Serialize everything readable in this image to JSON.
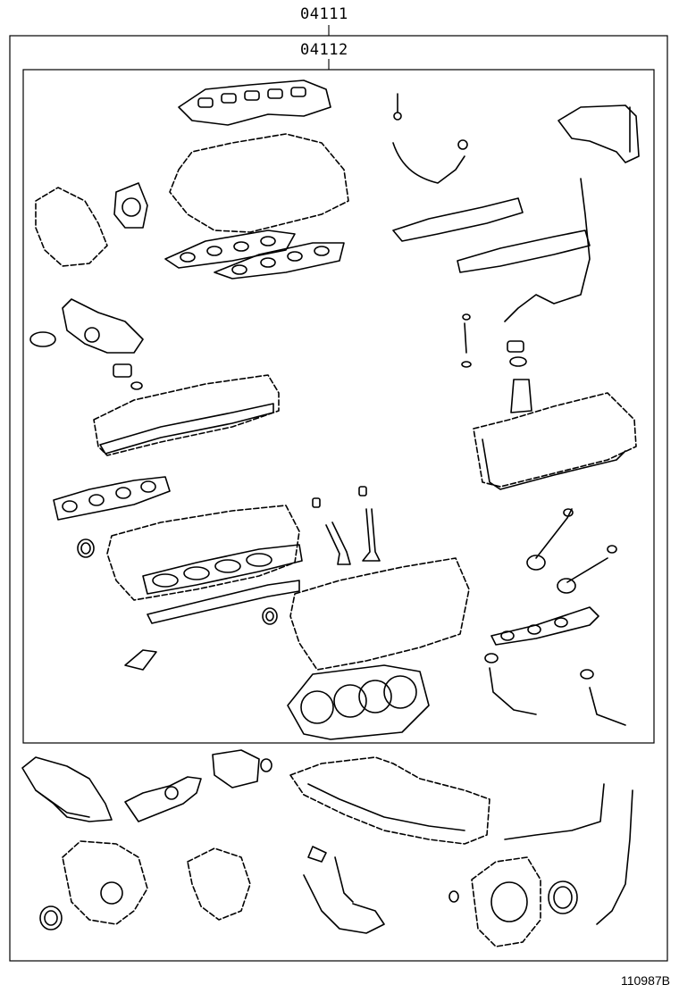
{
  "callouts": {
    "outer_kit": "04111",
    "inner_kit": "04112"
  },
  "illustration_ref": "110987B",
  "parts_icons": [
    "intake-manifold-gasket-icon",
    "valve-cover-gasket-icon",
    "head-gasket-icon",
    "oil-seal-icon",
    "exhaust-gasket-icon",
    "valve-icon",
    "oil-pan-gasket-icon",
    "timing-cover-gasket-icon",
    "oil-strainer-icon",
    "dipstick-tube-icon"
  ]
}
